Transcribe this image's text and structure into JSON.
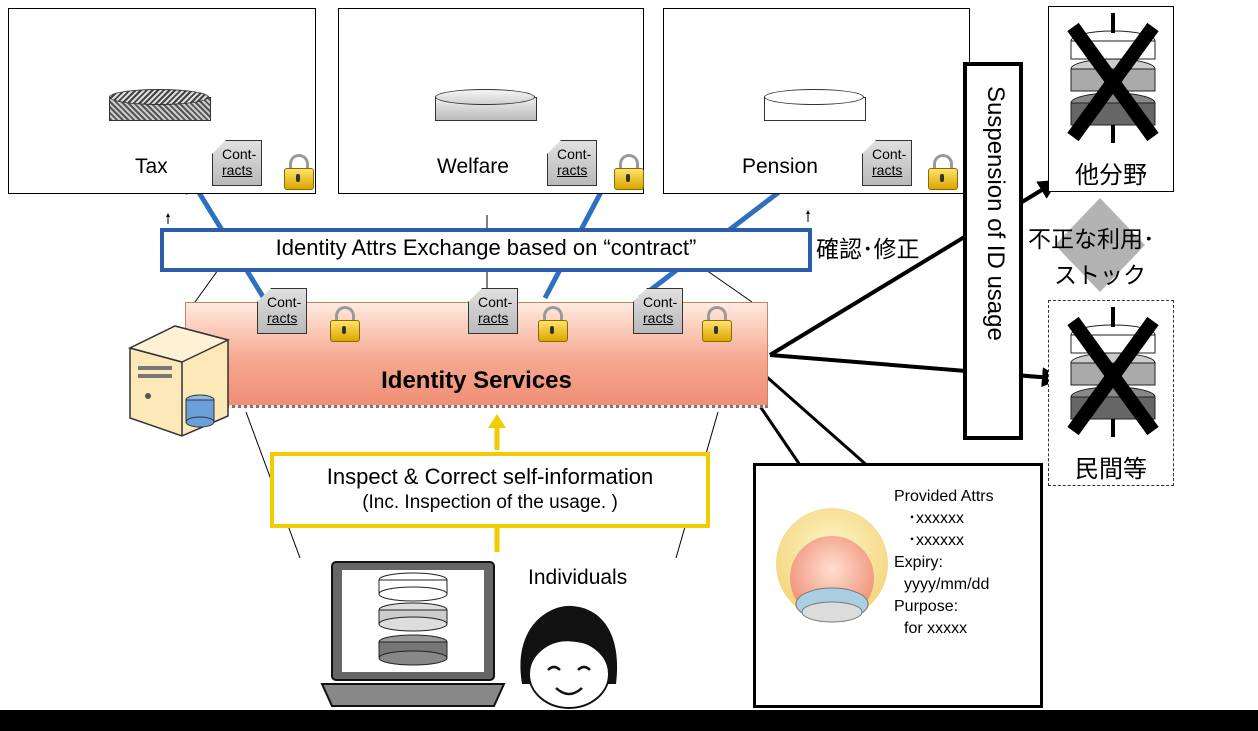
{
  "agencies": [
    {
      "label": "Tax"
    },
    {
      "label": "Welfare"
    },
    {
      "label": "Pension"
    }
  ],
  "contract": {
    "line1": "Cont-",
    "line2": "racts"
  },
  "exchange_banner": "Identity Attrs Exchange based on “contract”",
  "identity_services": "Identity Services",
  "inspect": {
    "line1": "Inspect & Correct self-information",
    "line2": "(Inc. Inspection of the usage. )"
  },
  "individuals": "Individuals",
  "suspension": "Suspension of ID usage",
  "confirm_fix": "確認･修正",
  "misuse": {
    "line1": "不正な利用･",
    "line2": "ストック"
  },
  "right_targets": [
    {
      "label": "他分野"
    },
    {
      "label": "民間等"
    }
  ],
  "callout": {
    "provided": "Provided Attrs",
    "item1": "･xxxxxx",
    "item2": "･xxxxxx",
    "expiry_label": "Expiry:",
    "expiry_value": "yyyy/mm/dd",
    "purpose_label": "Purpose:",
    "purpose_value": "for xxxxx"
  },
  "icons": [
    "database-icon",
    "contract-icon",
    "lock-icon",
    "server-icon",
    "laptop-icon",
    "person-icon",
    "cross-icon",
    "attribute-sphere-icon"
  ],
  "colors": {
    "banner_border": "#2a5fa8",
    "arrow_blue": "#2f6fc0",
    "inspect_border": "#f3cc00",
    "identity_services_fill": "#f6a890"
  }
}
